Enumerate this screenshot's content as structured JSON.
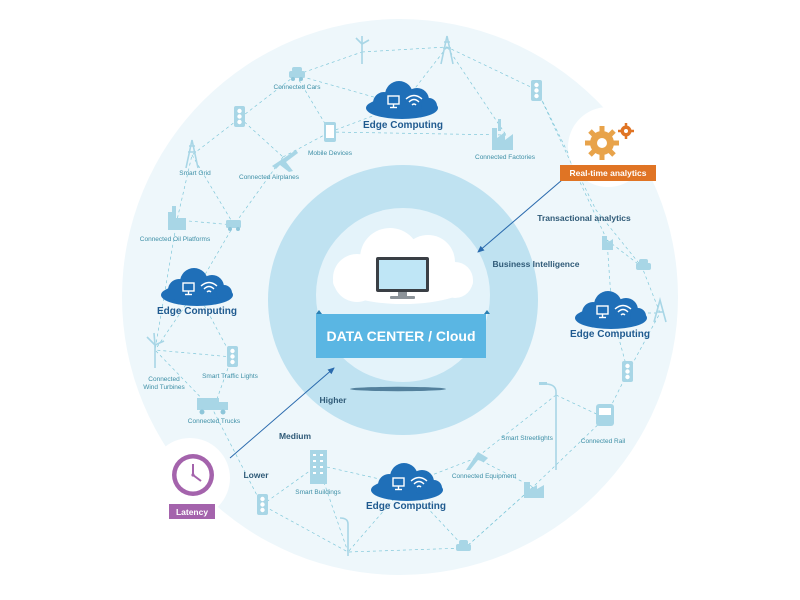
{
  "center": {
    "title": "DATA CENTER / Cloud"
  },
  "edge_nodes": {
    "top": "Edge Computing",
    "left": "Edge Computing",
    "right": "Edge Computing",
    "bottom": "Edge Computing"
  },
  "analytics": {
    "realtime": "Real-time analytics",
    "transactional": "Transactional analytics",
    "bi": "Business Intelligence"
  },
  "latency": {
    "badge": "Latency",
    "higher": "Higher",
    "medium": "Medium",
    "lower": "Lower"
  },
  "devices": {
    "connected_cars": "Connected Cars",
    "mobile_devices": "Mobile Devices",
    "connected_factories": "Connected Factories",
    "smart_grid": "Smart Grid",
    "connected_airplanes": "Connected Airplanes",
    "connected_oil_platforms": "Connected Oil Platforms",
    "smart_traffic_lights": "Smart Traffic Lights",
    "connected_wind_line1": "Connected",
    "connected_wind_line2": "Wind Turbines",
    "connected_trucks": "Connected Trucks",
    "smart_streetlights": "Smart Streetlights",
    "connected_rail": "Connected Rail",
    "connected_equipment": "Connected Equipment",
    "smart_buildings": "Smart Buildings"
  },
  "colors": {
    "outer_ring": "#eef7fb",
    "middle_ring": "#bfe2f1",
    "inner_ring": "#e4f3fa",
    "banner": "#5ab6e3",
    "cloud_blue": "#1f6fb8",
    "realtime_badge": "#e07424",
    "latency_badge": "#a463ac",
    "network_line": "#7fc7d9",
    "arrow": "#2a6aad"
  },
  "icons": {
    "gear": "gear-icon",
    "clock": "clock-icon",
    "monitor": "monitor-icon",
    "wifi": "wifi-icon"
  }
}
